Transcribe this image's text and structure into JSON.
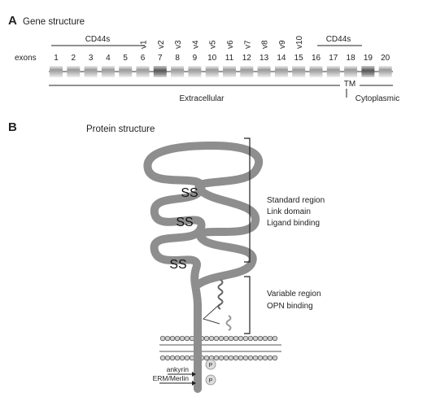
{
  "panel_a": {
    "letter": "A",
    "title": "Gene structure",
    "exons_label": "exons",
    "group_left": "CD44s",
    "group_right": "CD44s",
    "variant_labels": [
      "v1",
      "v2",
      "v3",
      "v4",
      "v5",
      "v6",
      "v7",
      "v8",
      "v9",
      "v10"
    ],
    "exon_numbers": [
      "1",
      "2",
      "3",
      "4",
      "5",
      "6",
      "7",
      "8",
      "9",
      "10",
      "11",
      "12",
      "13",
      "14",
      "15",
      "16",
      "17",
      "18",
      "19",
      "20"
    ],
    "tm_label": "TM",
    "extracellular_label": "Extracellular",
    "cytoplasmic_label": "Cytoplasmic"
  },
  "panel_b": {
    "letter": "B",
    "title": "Protein structure",
    "disulfide_label": "SS",
    "standard_region": [
      "Standard region",
      "Link domain",
      "Ligand binding"
    ],
    "variable_region": [
      "Variable region",
      "OPN binding"
    ],
    "ankyrin_label": "ankyrin",
    "erm_label": "ERM/Merlin",
    "phospho_label": "P"
  }
}
